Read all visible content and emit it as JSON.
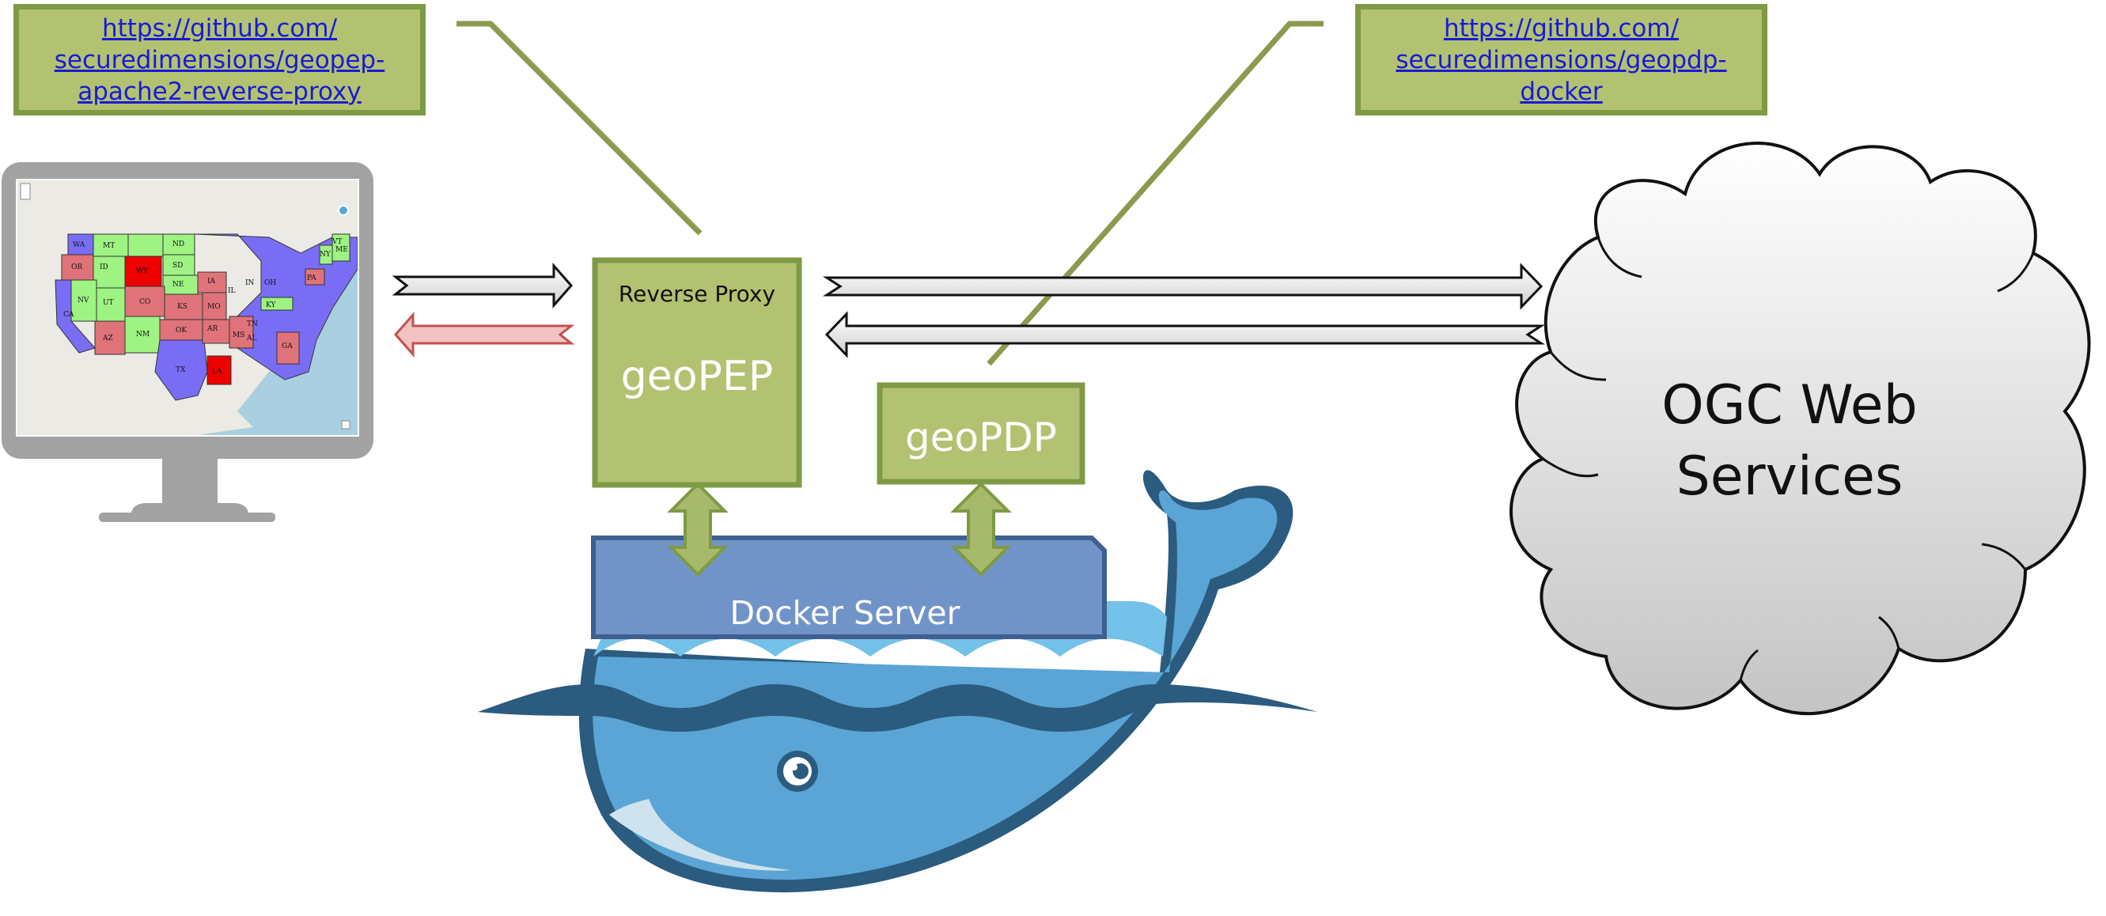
{
  "links": {
    "pep_repo": {
      "line1": "https://github.com/",
      "line2": "securedimensions/geopep-",
      "line3": "apache2-reverse-proxy"
    },
    "pdp_repo": {
      "line1": "https://github.com/",
      "line2": "securedimensions/geopdp-",
      "line3": "docker"
    }
  },
  "proxy": {
    "caption": "Reverse Proxy",
    "name": "geoPEP"
  },
  "pdp": {
    "name": "geoPDP"
  },
  "docker": {
    "label": "Docker Server"
  },
  "cloud": {
    "line1": "OGC Web",
    "line2": "Services"
  },
  "map_states": [
    "WA",
    "MT",
    "ND",
    "OR",
    "ID",
    "WY",
    "SD",
    "NE",
    "NV",
    "UT",
    "CO",
    "KS",
    "CA",
    "AZ",
    "NM",
    "OK",
    "TX",
    "LA",
    "IA",
    "IN",
    "OH",
    "KY",
    "TN",
    "AL",
    "GA",
    "MS",
    "AR",
    "MO",
    "IL",
    "PA",
    "NY",
    "VT",
    "ME"
  ],
  "colors": {
    "box_fill": "#b2c270",
    "box_border": "#7f9a44",
    "link_text": "#1a1ad8",
    "docker_fill": "#7194c8",
    "docker_border": "#3f5f8f",
    "whale_top": "#73c0e8",
    "whale_body": "#5aa5d5",
    "whale_dark": "#2b5b7e",
    "red_arrow": "#f3c2c2"
  }
}
